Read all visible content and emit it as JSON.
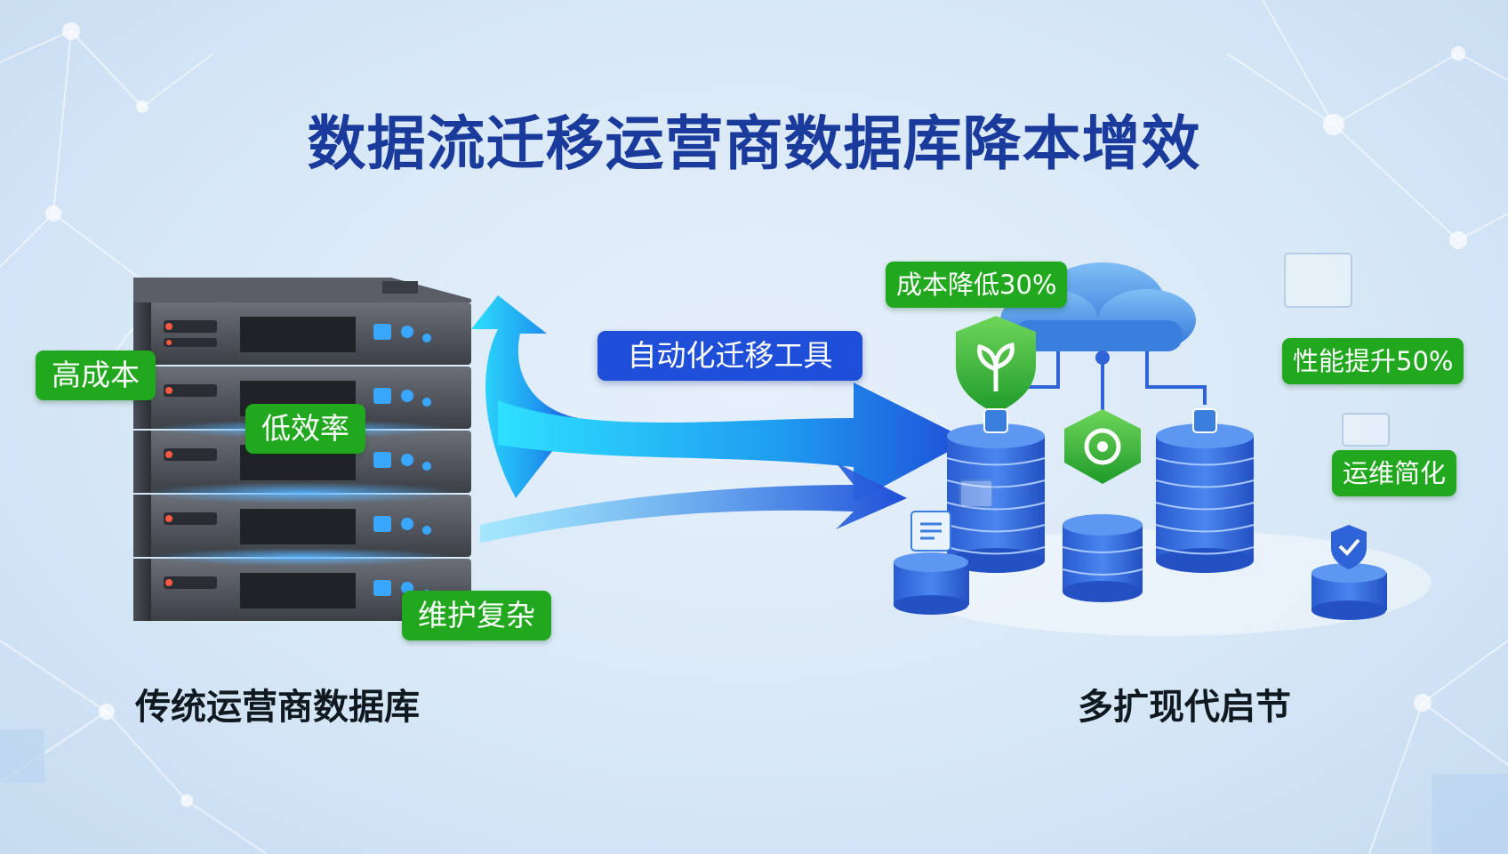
{
  "title": "数据流迁移运营商数据库降本增效",
  "legacy": {
    "caption": "传统运营商数据库",
    "tags": [
      "高成本",
      "低效率",
      "维护复杂"
    ]
  },
  "migration": {
    "tool_label": "自动化迁移工具"
  },
  "modern": {
    "caption": "多扩现代启节",
    "tags": [
      "成本降低30%",
      "性能提升50%",
      "运维简化"
    ]
  },
  "colors": {
    "title": "#1a3a9c",
    "tag_green": "#22a81f",
    "tag_blue": "#1f4ed8",
    "arrow_cyan": "#2ec8f5",
    "arrow_blue": "#1f4ed8",
    "db_blue": "#2f63d8",
    "cloud_blue": "#3f8ee8"
  },
  "icons": [
    "server-rack-icon",
    "cloud-icon",
    "database-icon",
    "shield-leaf-icon",
    "shield-check-icon",
    "document-icon"
  ]
}
